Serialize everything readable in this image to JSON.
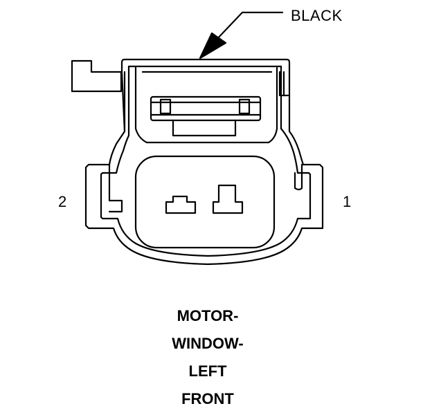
{
  "connector": {
    "color_label": "BLACK",
    "pin_labels": {
      "left": "2",
      "right": "1"
    },
    "caption_lines": [
      "MOTOR-",
      "WINDOW-",
      "LEFT",
      "FRONT"
    ]
  },
  "colors": {
    "line": "#000000",
    "background": "#ffffff"
  }
}
